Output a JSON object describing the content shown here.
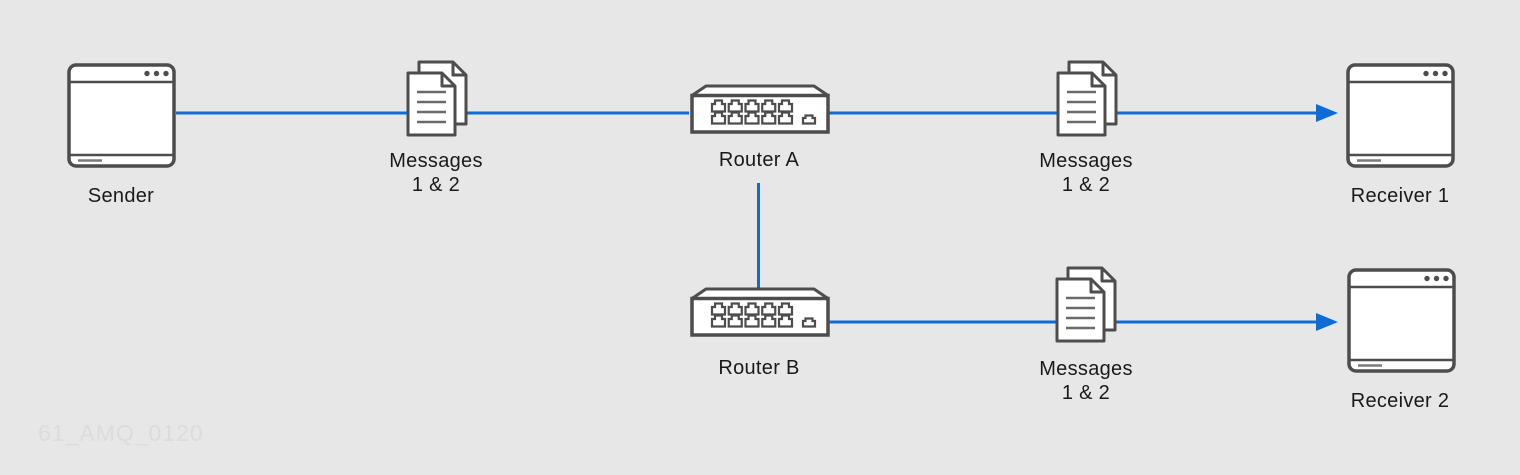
{
  "diagram": {
    "title_hint": "Message routing diagram: one sender, two routers, two receivers",
    "watermark": "61_AMQ_0120",
    "colors": {
      "background": "#e7e7e7",
      "connector_blue": "#0e6cd4",
      "icon_stroke": "#4d4d4d",
      "label_text": "#1a1a1a",
      "watermark_text": "#dcdcdc"
    },
    "nodes": {
      "sender": {
        "label": "Sender",
        "icon": "browser-window-icon"
      },
      "messages_top": {
        "line1": "Messages",
        "line2": "1 & 2",
        "icon": "documents-icon"
      },
      "router_a": {
        "label": "Router A",
        "icon": "router-switch-icon"
      },
      "messages_right": {
        "line1": "Messages",
        "line2": "1 & 2",
        "icon": "documents-icon"
      },
      "receiver_1": {
        "label": "Receiver 1",
        "icon": "browser-window-icon"
      },
      "router_b": {
        "label": "Router B",
        "icon": "router-switch-icon"
      },
      "messages_bottom": {
        "line1": "Messages",
        "line2": "1 & 2",
        "icon": "documents-icon"
      },
      "receiver_2": {
        "label": "Receiver 2",
        "icon": "browser-window-icon"
      }
    },
    "connections": [
      {
        "from": "sender",
        "to": "router_a",
        "style": "line"
      },
      {
        "from": "router_a",
        "to": "receiver_1",
        "style": "arrow"
      },
      {
        "from": "router_a",
        "to": "router_b",
        "style": "line"
      },
      {
        "from": "router_b",
        "to": "receiver_2",
        "style": "arrow"
      }
    ]
  }
}
